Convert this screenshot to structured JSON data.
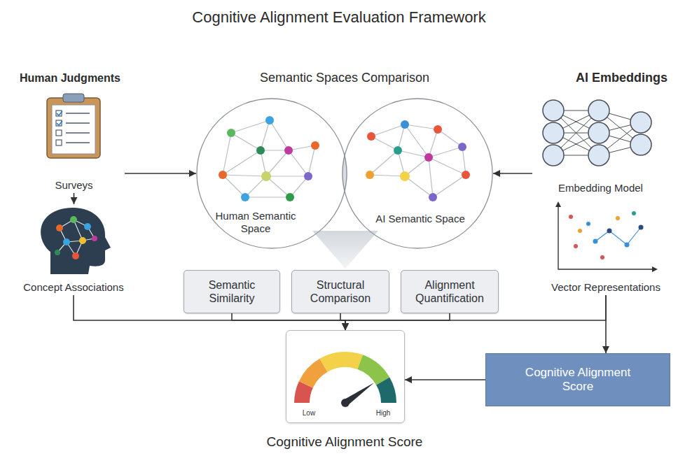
{
  "diagram": {
    "title": "Cognitive Alignment Evaluation Framework",
    "caption": "Cognitive Alignment Score",
    "nodes": [
      {
        "text": [
          "Surveys"
        ]
      },
      {
        "text": [
          "Concept Associations"
        ]
      },
      {
        "text": [
          "Human Semantic Space"
        ]
      },
      {
        "text": [
          "AI Semantic Space"
        ]
      },
      {
        "text": [
          "Embedding Model"
        ]
      },
      {
        "text": [
          "Vector Representations"
        ]
      },
      {
        "text": [
          "Semantic Similarity"
        ]
      },
      {
        "text": [
          "Structural Comparison"
        ]
      },
      {
        "text": [
          "Alignment Quantification"
        ]
      },
      {
        "text": [
          "Low",
          "High"
        ]
      },
      {
        "text": [
          "Cognitive Alignment Score"
        ]
      }
    ],
    "edges": [
      {
        "from": 0,
        "to": 2,
        "arrow": "to"
      },
      {
        "from": 0,
        "to": 1,
        "arrow": "to"
      },
      {
        "from": 4,
        "to": 3,
        "arrow": "to"
      },
      {
        "from": 1,
        "to": 9,
        "arrow": "to"
      },
      {
        "from": 6,
        "to": 9,
        "arrow": "to"
      },
      {
        "from": 7,
        "to": 9,
        "arrow": "to"
      },
      {
        "from": 8,
        "to": 9,
        "arrow": "to"
      },
      {
        "from": 5,
        "to": 9,
        "arrow": "to"
      },
      {
        "from": 5,
        "to": 10,
        "arrow": "to"
      },
      {
        "from": 10,
        "to": 9,
        "arrow": "to"
      }
    ],
    "labels": [
      "Human Judgments",
      "Semantic Spaces Comparison",
      "AI Embeddings"
    ]
  }
}
